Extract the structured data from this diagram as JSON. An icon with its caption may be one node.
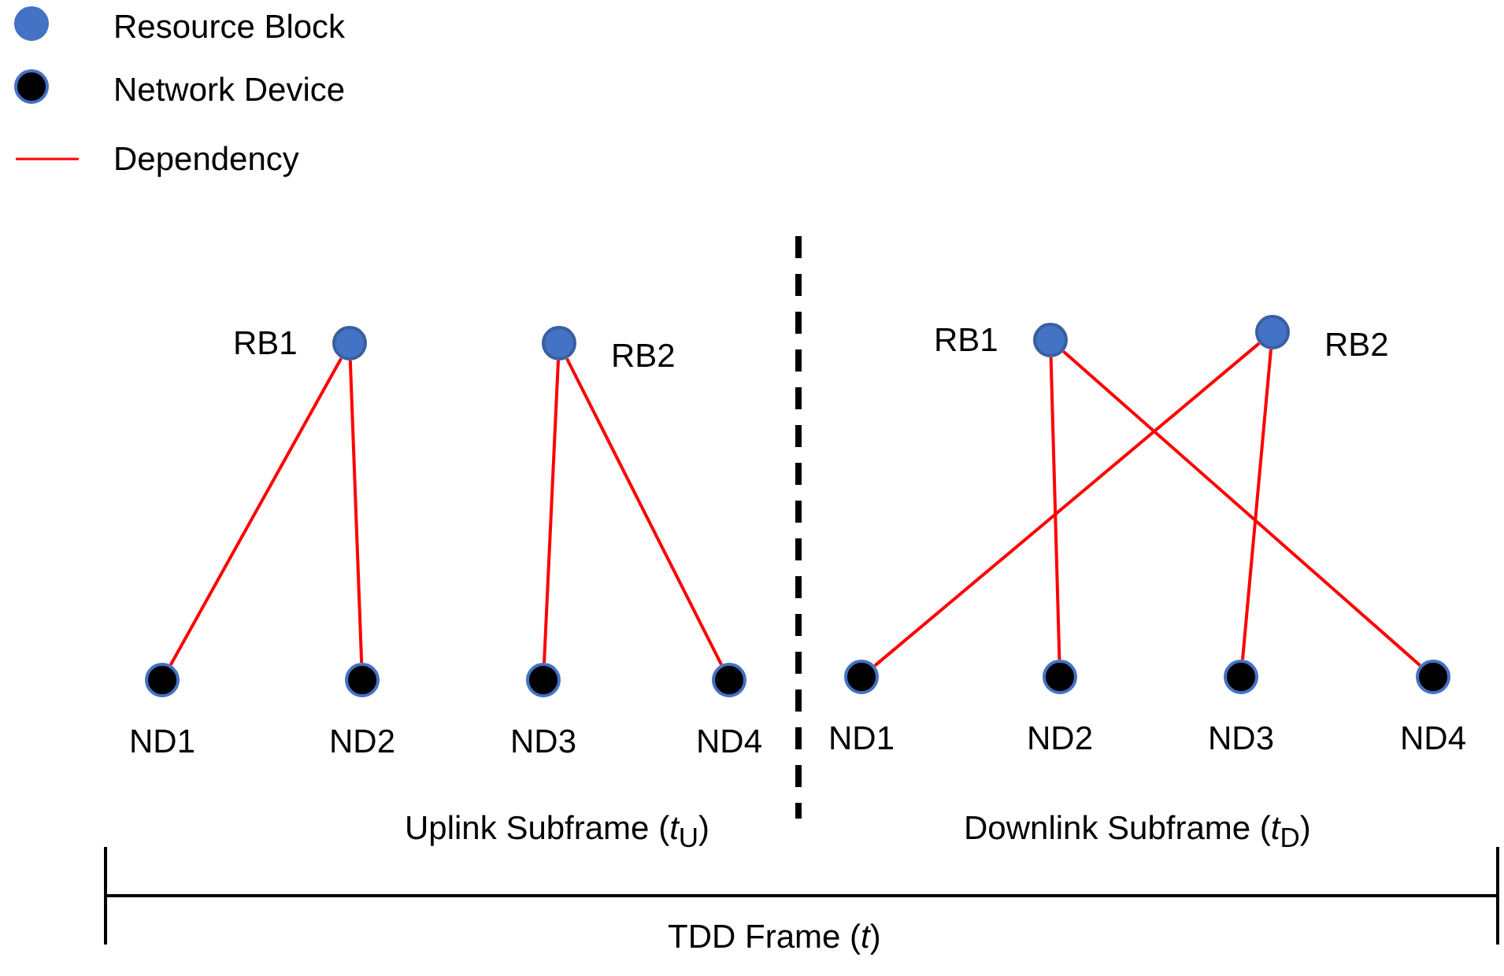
{
  "diagram": {
    "nodes": [
      {
        "text": [],
        "shape": "circle",
        "beside": [
          "RB1"
        ]
      },
      {
        "text": [],
        "shape": "circle",
        "beside": [
          "RB2"
        ]
      },
      {
        "text": [],
        "shape": "circle",
        "beside": [
          "RB1"
        ]
      },
      {
        "text": [],
        "shape": "circle",
        "beside": [
          "RB2"
        ]
      },
      {
        "text": [],
        "shape": "circle",
        "beside": [
          "ND1"
        ]
      },
      {
        "text": [],
        "shape": "circle",
        "beside": [
          "ND2"
        ]
      },
      {
        "text": [],
        "shape": "circle",
        "beside": [
          "ND3"
        ]
      },
      {
        "text": [],
        "shape": "circle",
        "beside": [
          "ND4"
        ]
      },
      {
        "text": [],
        "shape": "circle",
        "beside": [
          "ND1"
        ]
      },
      {
        "text": [],
        "shape": "circle",
        "beside": [
          "ND2"
        ]
      },
      {
        "text": [],
        "shape": "circle",
        "beside": [
          "ND3"
        ]
      },
      {
        "text": [],
        "shape": "circle",
        "beside": [
          "ND4"
        ]
      }
    ],
    "edges": [
      {
        "from": 0,
        "to": 4,
        "arrow": "none"
      },
      {
        "from": 0,
        "to": 5,
        "arrow": "none"
      },
      {
        "from": 1,
        "to": 6,
        "arrow": "none"
      },
      {
        "from": 1,
        "to": 7,
        "arrow": "none"
      },
      {
        "from": 2,
        "to": 9,
        "arrow": "none"
      },
      {
        "from": 2,
        "to": 11,
        "arrow": "none"
      },
      {
        "from": 3,
        "to": 8,
        "arrow": "none"
      },
      {
        "from": 3,
        "to": 10,
        "arrow": "none"
      }
    ],
    "labels": [
      "Uplink Subframe (*t*$_{U}$)",
      "Downlink Subframe (*t*$_{D}$)",
      "TDD Frame (*t*)"
    ],
    "legend": [
      {
        "text": "Resource Block",
        "color": "#4472c4"
      },
      {
        "text": "Network Device",
        "color": "#000000"
      },
      {
        "text": "Dependency"
      }
    ]
  }
}
